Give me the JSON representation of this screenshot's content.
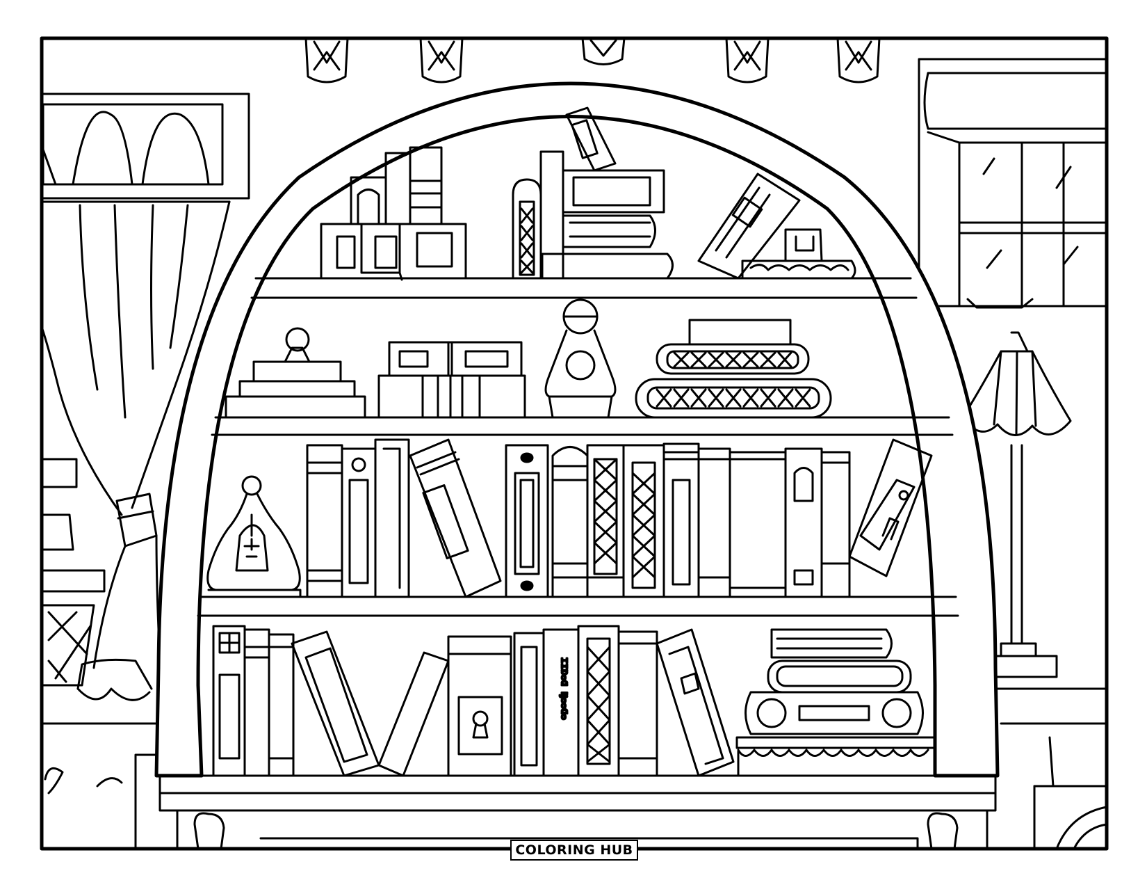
{
  "page": {
    "brand_label": "COLORING HUB"
  },
  "colors": {
    "line": "#000000",
    "paper": "#ffffff"
  },
  "books": {
    "shelf2_spines": [
      {
        "mark": "lattice"
      },
      {
        "mark": "dots"
      }
    ]
  }
}
